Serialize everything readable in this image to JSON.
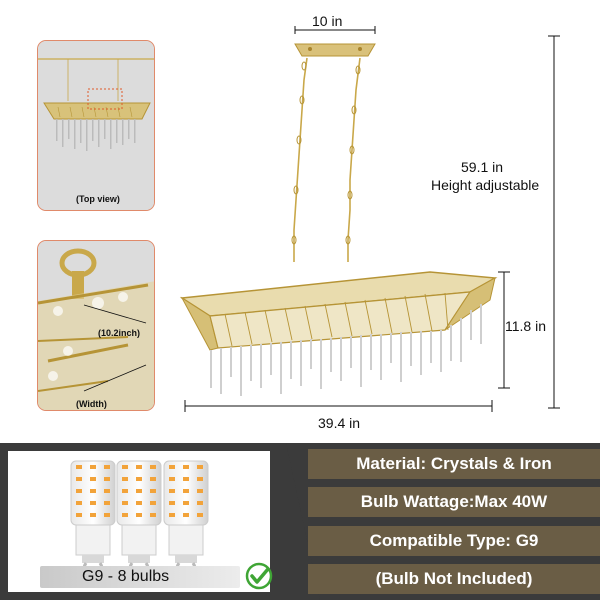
{
  "thumbnails": {
    "top_view_label": "(Top view)",
    "side_dim_label": "(10.2inch)",
    "width_label": "(Width)"
  },
  "dimensions": {
    "canopy_width": "10 in",
    "height": "59.1 in",
    "height_note": "Height adjustable",
    "body_height": "11.8 in",
    "length": "39.4 in"
  },
  "specs": [
    "Material: Crystals & Iron",
    "Bulb Wattage:Max 40W",
    "Compatible Type: G9",
    "(Bulb Not Included)"
  ],
  "bulbs": {
    "caption": "G9 - 8 bulbs"
  },
  "colors": {
    "accent_bar": "#6a5d45",
    "panel_bg": "#3b3b3b",
    "gold": "#c9a84a",
    "thumb_border": "#e08a6a",
    "check_green": "#3fa535"
  }
}
